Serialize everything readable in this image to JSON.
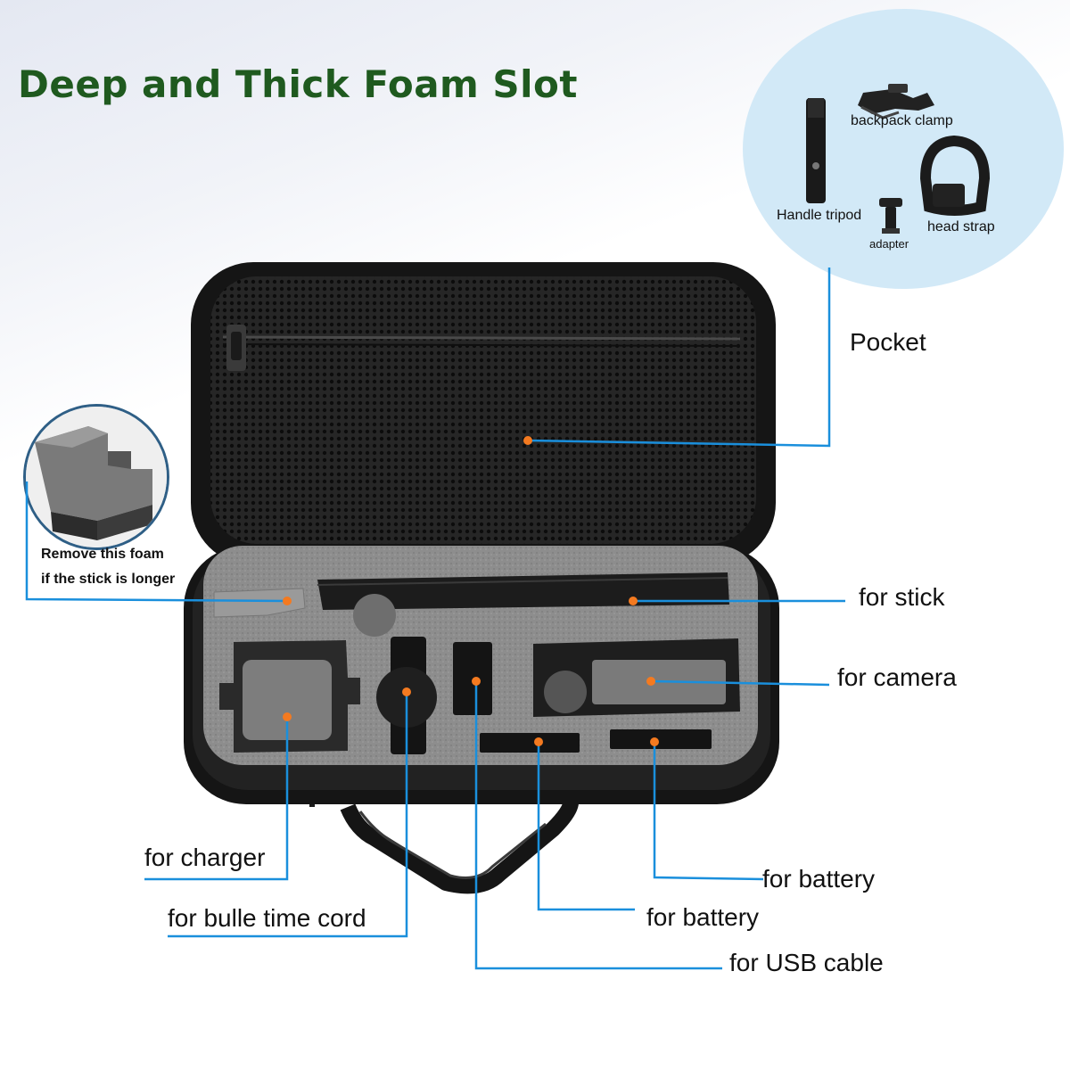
{
  "title": "Deep and Thick Foam Slot",
  "colors": {
    "title": "#1f5a1f",
    "leader_line": "#1a8fdc",
    "marker_dot": "#f47a20",
    "accessory_circle": "#d2e9f7"
  },
  "accessories": {
    "backpack_clamp": "backpack clamp",
    "handle_tripod": "Handle tripod",
    "adapter": "adapter",
    "head_strap": "head strap"
  },
  "foam_note": {
    "line1": "Remove this foam",
    "line2": "if the stick is longer"
  },
  "callouts": {
    "pocket": "Pocket",
    "stick": "for stick",
    "camera": "for camera",
    "charger": "for charger",
    "bullet_time_cord": "for bulle time cord",
    "battery_1": "for battery",
    "battery_2": "for battery",
    "usb_cable": "for USB cable"
  }
}
